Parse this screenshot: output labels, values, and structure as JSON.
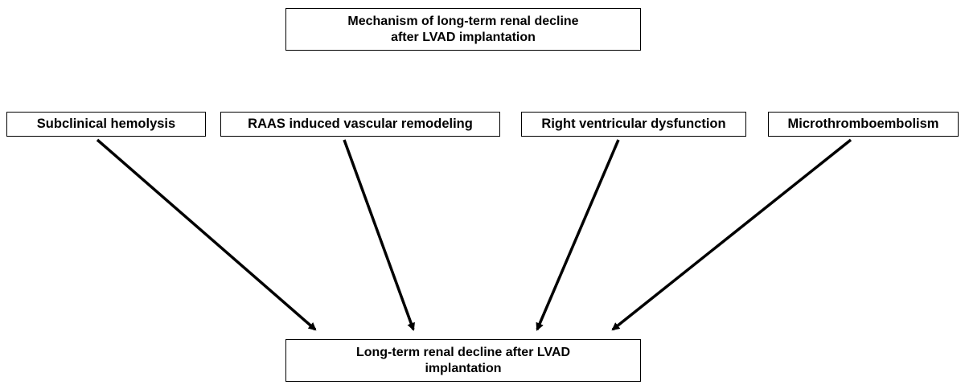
{
  "title": {
    "line1": "Mechanism of long-term renal decline",
    "line2": "after LVAD implantation"
  },
  "causes": [
    {
      "label": "Subclinical hemolysis"
    },
    {
      "label": "RAAS induced vascular remodeling"
    },
    {
      "label": "Right ventricular dysfunction"
    },
    {
      "label": "Microthromboembolism"
    }
  ],
  "outcome": {
    "line1": "Long-term renal decline after LVAD",
    "line2": "implantation"
  },
  "colors": {
    "stroke": "#000000",
    "background": "#ffffff"
  }
}
